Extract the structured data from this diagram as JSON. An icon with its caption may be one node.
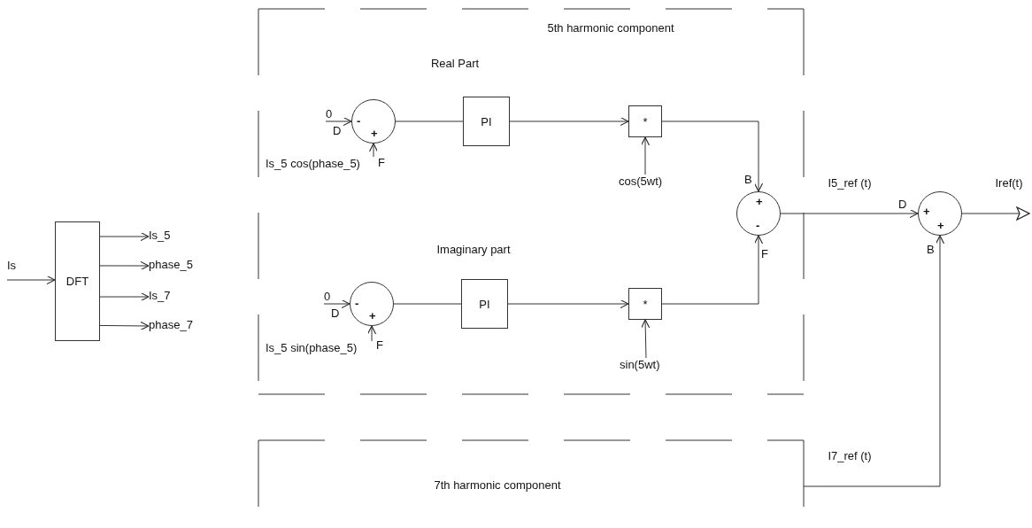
{
  "diagram": {
    "nodes": [
      {
        "text": [
          "5th harmonic component"
        ]
      },
      {
        "text": [
          "7th harmonic component"
        ]
      },
      {
        "text": [
          "DFT"
        ]
      },
      {
        "text": [
          "Is"
        ]
      },
      {
        "text": [
          "Is_5"
        ]
      },
      {
        "text": [
          "phase_5"
        ]
      },
      {
        "text": [
          "Is_7"
        ]
      },
      {
        "text": [
          "phase_7"
        ]
      },
      {
        "text": [
          "-",
          "+"
        ],
        "in": 0,
        "beside": [
          "D",
          "F"
        ]
      },
      {
        "text": [
          "0"
        ],
        "in": 0
      },
      {
        "text": [
          "Is_5 cos(phase_5)"
        ],
        "in": 0
      },
      {
        "text": [
          "PI"
        ],
        "in": 0
      },
      {
        "text": [
          "*"
        ],
        "in": 0
      },
      {
        "text": [
          "cos(5wt)"
        ],
        "in": 0
      },
      {
        "text": [
          "-",
          "+"
        ],
        "in": 0,
        "beside": [
          "D",
          "F"
        ]
      },
      {
        "text": [
          "0"
        ],
        "in": 0
      },
      {
        "text": [
          "Is_5 sin(phase_5)"
        ],
        "in": 0
      },
      {
        "text": [
          "PI"
        ],
        "in": 0
      },
      {
        "text": [
          "*"
        ],
        "in": 0
      },
      {
        "text": [
          "sin(5wt)"
        ],
        "in": 0
      },
      {
        "text": [
          "+",
          "-"
        ],
        "in": 0,
        "beside": [
          "B",
          "F"
        ]
      },
      {
        "text": [
          "+",
          "+"
        ],
        "beside": [
          "D",
          "B"
        ]
      }
    ],
    "edges": [
      {
        "from": 3,
        "to": 2,
        "arrow": "to"
      },
      {
        "from": 2,
        "to": 4,
        "arrow": "to"
      },
      {
        "from": 2,
        "to": 5,
        "arrow": "to"
      },
      {
        "from": 2,
        "to": 6,
        "arrow": "to"
      },
      {
        "from": 2,
        "to": 7,
        "arrow": "to"
      },
      {
        "from": 9,
        "to": 8,
        "arrow": "to"
      },
      {
        "from": 10,
        "to": 8,
        "arrow": "to"
      },
      {
        "from": 8,
        "to": 11,
        "arrow": "none"
      },
      {
        "from": 11,
        "to": 12,
        "arrow": "to"
      },
      {
        "from": 13,
        "to": 12,
        "arrow": "to"
      },
      {
        "from": 12,
        "to": 20,
        "arrow": "to"
      },
      {
        "from": 15,
        "to": 14,
        "arrow": "to"
      },
      {
        "from": 16,
        "to": 14,
        "arrow": "to"
      },
      {
        "from": 14,
        "to": 17,
        "arrow": "none"
      },
      {
        "from": 17,
        "to": 18,
        "arrow": "to"
      },
      {
        "from": 19,
        "to": 18,
        "arrow": "to"
      },
      {
        "from": 18,
        "to": 20,
        "arrow": "to"
      },
      {
        "from": 20,
        "to": 21,
        "arrow": "to",
        "label": "I5_ref (t)"
      },
      {
        "from": 1,
        "to": 21,
        "arrow": "to",
        "label": "I7_ref (t)"
      },
      {
        "from": 21,
        "to": null,
        "arrow": "to",
        "label": "Iref(t)"
      }
    ],
    "labels": [
      "Real Part",
      "Imaginary part"
    ]
  }
}
